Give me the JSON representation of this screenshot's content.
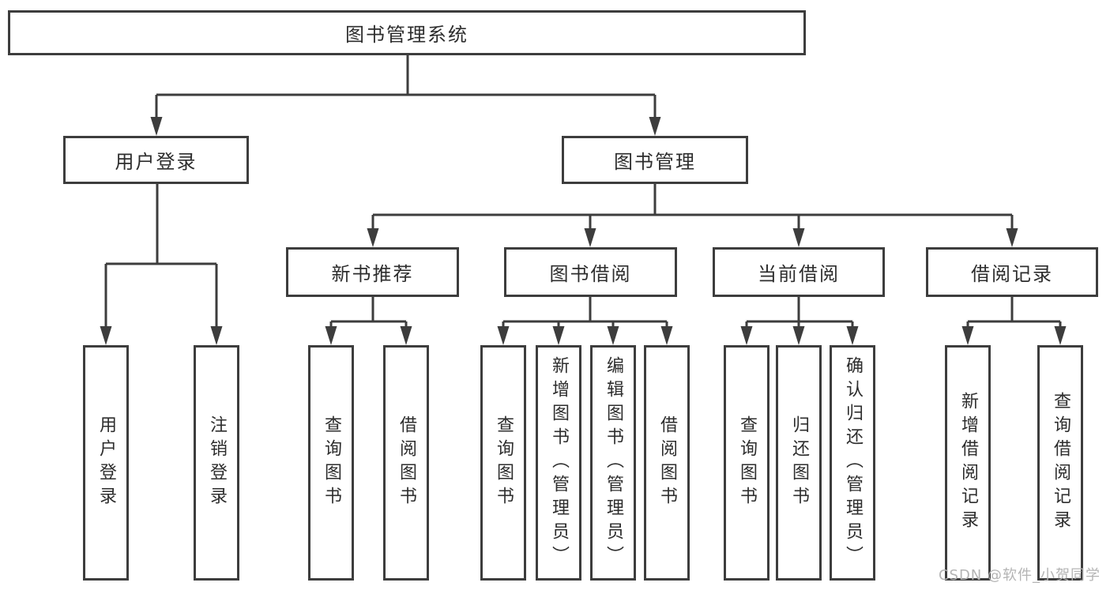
{
  "diagram": {
    "root": {
      "label": "图书管理系统",
      "children": [
        {
          "label": "用户登录",
          "children": [
            {
              "label": "用户登录"
            },
            {
              "label": "注销登录"
            }
          ]
        },
        {
          "label": "图书管理",
          "children": [
            {
              "label": "新书推荐",
              "children": [
                {
                  "label": "查询图书"
                },
                {
                  "label": "借阅图书"
                }
              ]
            },
            {
              "label": "图书借阅",
              "children": [
                {
                  "label": "查询图书"
                },
                {
                  "label": "新增图书（管理员）"
                },
                {
                  "label": "编辑图书（管理员）"
                },
                {
                  "label": "借阅图书"
                }
              ]
            },
            {
              "label": "当前借阅",
              "children": [
                {
                  "label": "查询图书"
                },
                {
                  "label": "归还图书"
                },
                {
                  "label": "确认归还（管理员）"
                }
              ]
            },
            {
              "label": "借阅记录",
              "children": [
                {
                  "label": "新增借阅记录"
                },
                {
                  "label": "查询借阅记录"
                }
              ]
            }
          ]
        }
      ]
    }
  },
  "watermark": {
    "text": "CSDN @软件_小贺同学"
  },
  "colors": {
    "line": "#3d3d3d",
    "text": "#2d2d2d",
    "watermark": "#b4b4b4",
    "background": "#ffffff"
  }
}
